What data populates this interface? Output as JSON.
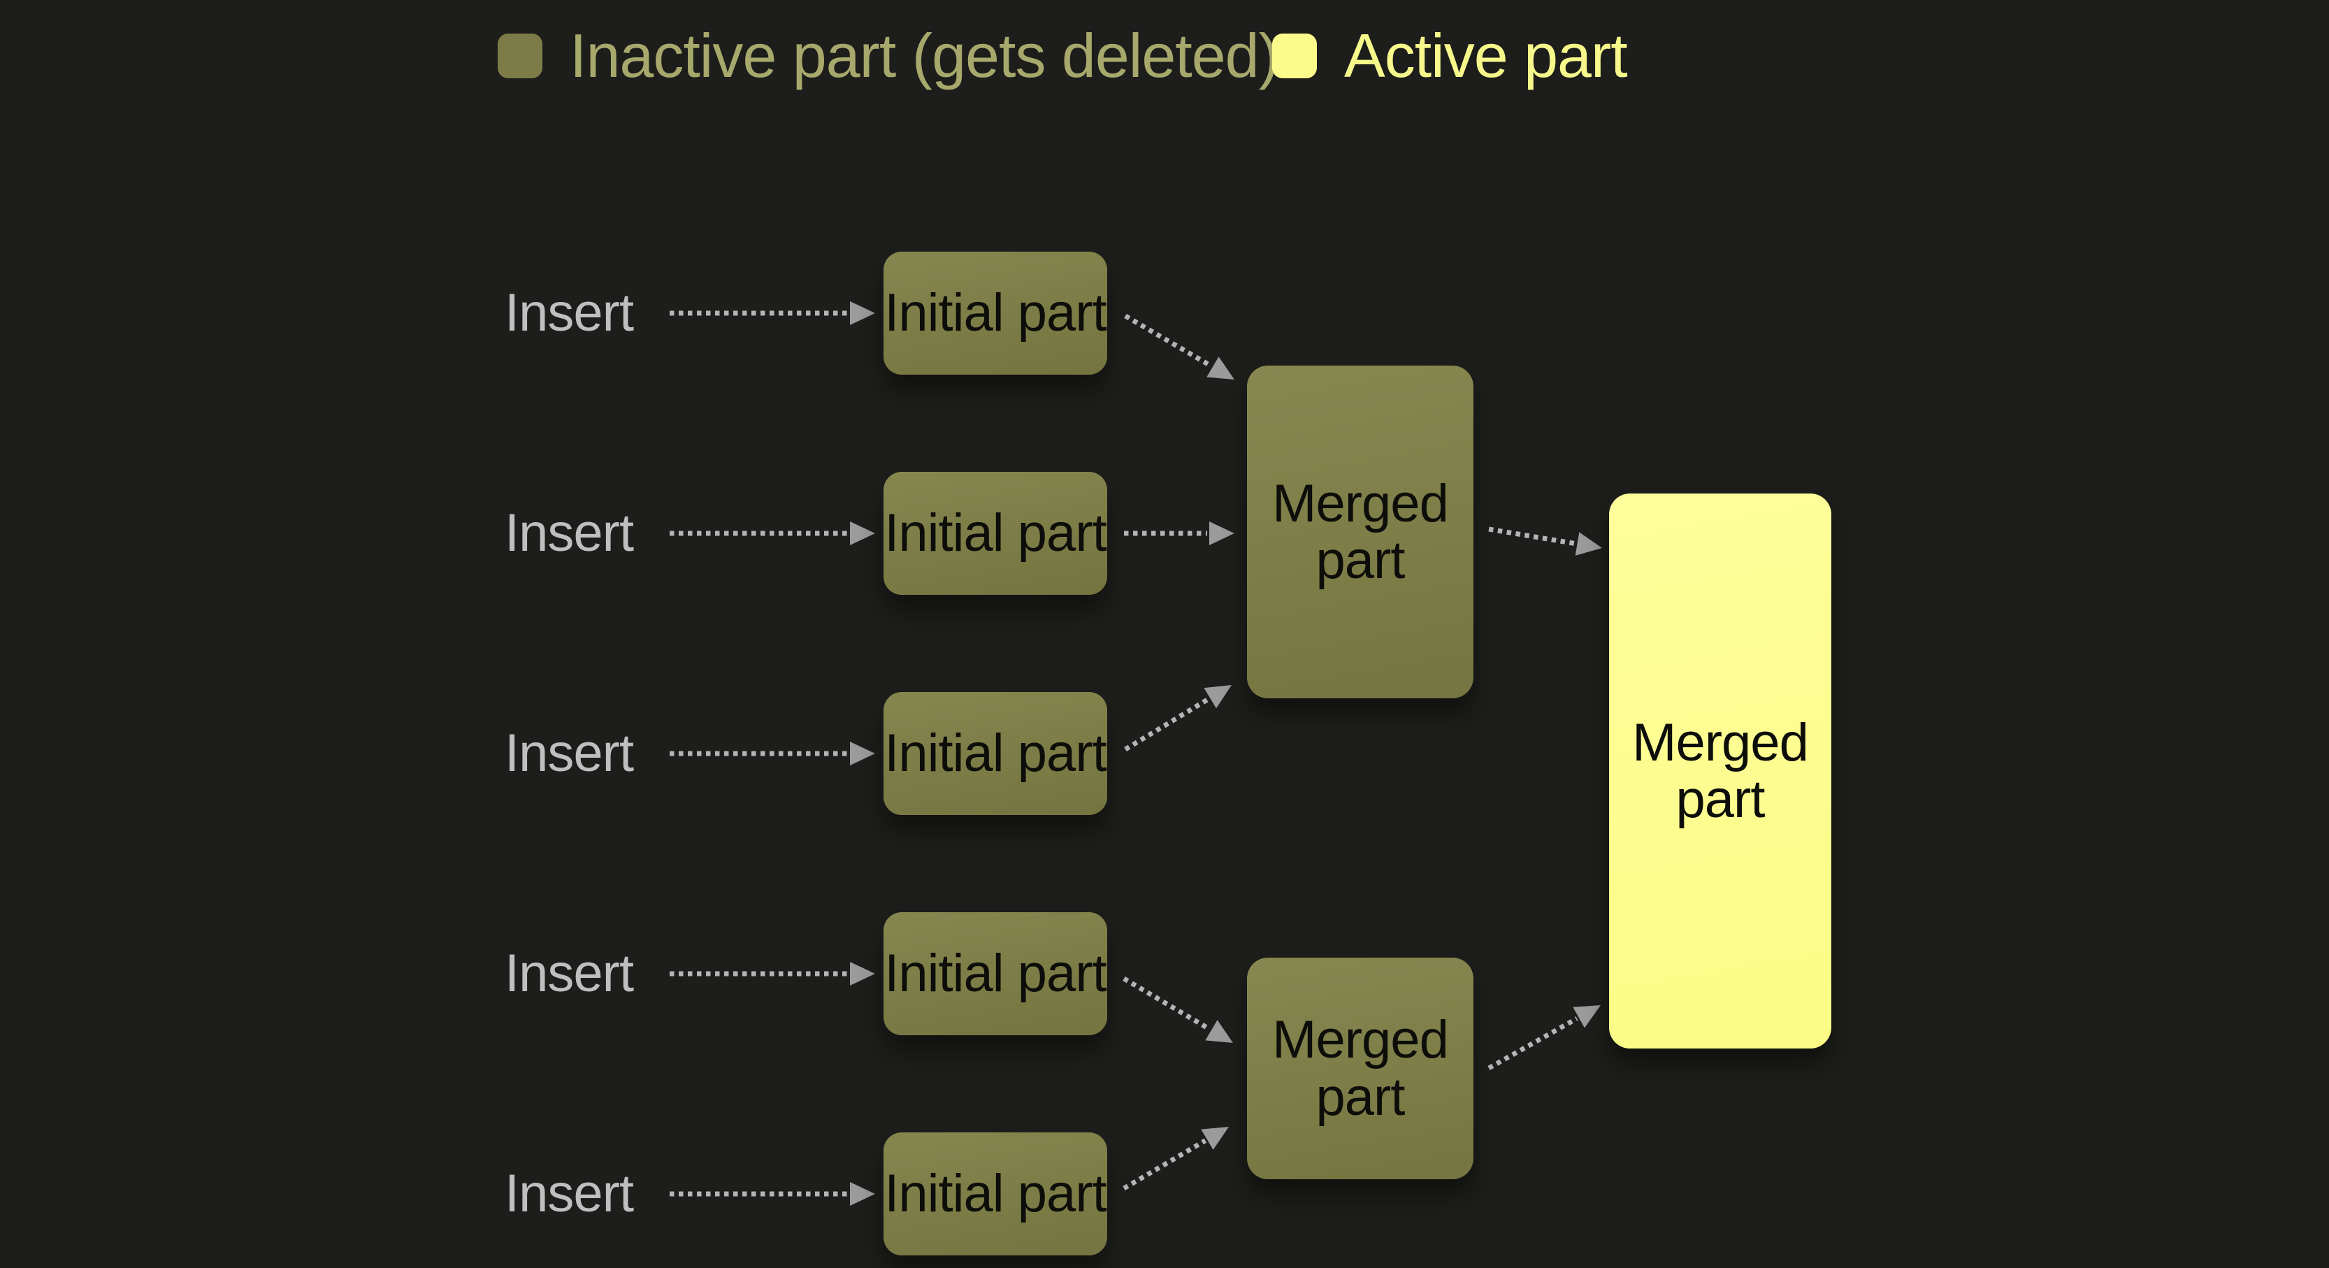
{
  "legend": {
    "inactive": {
      "label": "Inactive part (gets deleted)",
      "color": "#7c7c48"
    },
    "active": {
      "label": "Active part",
      "color": "#fdfd90"
    }
  },
  "nodes": {
    "inserts": [
      "Insert",
      "Insert",
      "Insert",
      "Insert",
      "Insert"
    ],
    "initials": [
      "Initial part",
      "Initial part",
      "Initial part",
      "Initial part",
      "Initial part"
    ],
    "merged": [
      "Merged part",
      "Merged part"
    ],
    "final": "Merged part"
  },
  "edges": [
    {
      "from": "insert-1",
      "to": "initial-1"
    },
    {
      "from": "insert-2",
      "to": "initial-2"
    },
    {
      "from": "insert-3",
      "to": "initial-3"
    },
    {
      "from": "insert-4",
      "to": "initial-4"
    },
    {
      "from": "insert-5",
      "to": "initial-5"
    },
    {
      "from": "initial-1",
      "to": "merged-a"
    },
    {
      "from": "initial-2",
      "to": "merged-a"
    },
    {
      "from": "initial-3",
      "to": "merged-a"
    },
    {
      "from": "initial-4",
      "to": "merged-b"
    },
    {
      "from": "initial-5",
      "to": "merged-b"
    },
    {
      "from": "merged-a",
      "to": "merged-final"
    },
    {
      "from": "merged-b",
      "to": "merged-final"
    }
  ],
  "colors": {
    "background": "#1d1d1b",
    "inactive_fill": "#7c7c48",
    "active_fill": "#fdfd90",
    "legend_inactive_text": "#a7a86b",
    "legend_active_text": "#f7f88b",
    "insert_text": "#bfbfbf",
    "node_text": "#0d0d0a",
    "arrow_dots": "#b5b5b5",
    "arrow_head": "#9b9b9b"
  }
}
